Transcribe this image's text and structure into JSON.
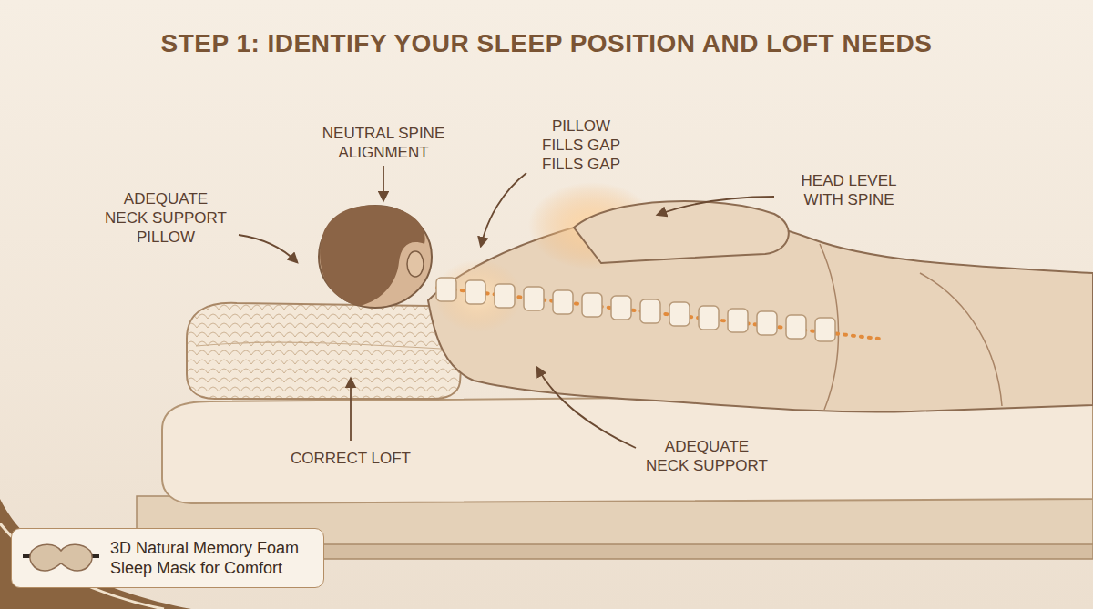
{
  "diagram": {
    "title": "STEP 1: IDENTIFY YOUR SLEEP POSITION AND LOFT NEEDS",
    "nodes": [
      {
        "text": [
          "3D Natural Memory Foam Sleep Mask for Comfort"
        ]
      }
    ],
    "labels": [
      "NEUTRAL SPINE ALIGNMENT",
      "PILLOW FILLS GAP FILLS GAP",
      "HEAD LEVEL WITH SPINE",
      "ADEQUATE NECK SUPPORT PILLOW",
      "CORRECT LOFT",
      "ADEQUATE NECK SUPPORT"
    ]
  }
}
